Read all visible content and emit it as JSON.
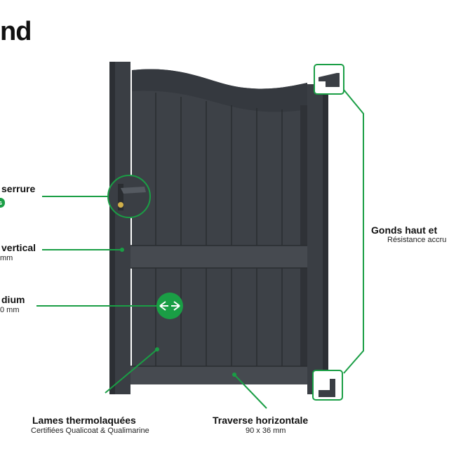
{
  "title": "nd",
  "labels": {
    "serrure": {
      "text": "serrure",
      "badge": "s"
    },
    "vertical": {
      "text": "vertical",
      "sub": "mm"
    },
    "medium": {
      "text": "dium",
      "sub": "0 mm"
    },
    "gonds": {
      "text": "Gonds haut et",
      "sub": "Résistance accru"
    },
    "lames": {
      "text": "Lames thermolaquées",
      "sub": "Certifiées Qualicoat & Qualimarine"
    },
    "traverse": {
      "text": "Traverse horizontale",
      "sub": "90 x 36 mm"
    }
  },
  "colors": {
    "accent": "#1a9e45",
    "gate": "#3a3e44",
    "gate_light": "#484c53",
    "gate_dark": "#2a2d31"
  },
  "icons": {
    "arrows": "double-arrow-icon",
    "handle": "door-handle-icon",
    "hinge": "hinge-icon"
  }
}
